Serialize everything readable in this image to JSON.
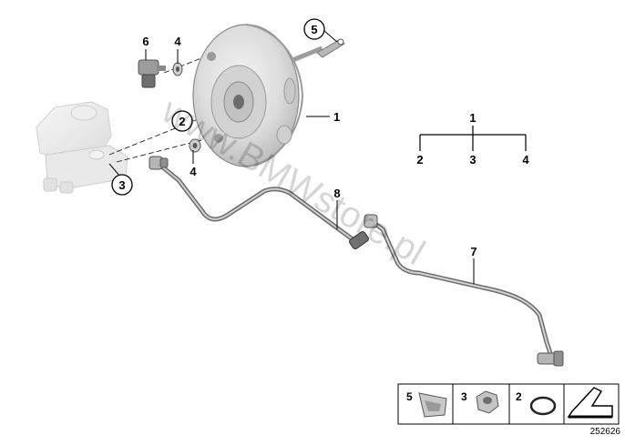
{
  "callouts": {
    "booster": "1",
    "seal_ring": "2",
    "nut_master": "3",
    "nut_upper": "4",
    "nut_lower": "4",
    "clip_rod": "5",
    "vacuum_sensor": "6",
    "vacuum_line": "7",
    "hose": "8"
  },
  "tree": {
    "root": "1",
    "children": [
      "2",
      "3",
      "4"
    ]
  },
  "legend": {
    "items": [
      "5",
      "3",
      "2"
    ]
  },
  "watermark": "www.BMWstore.pl",
  "diagram_number": "252626"
}
